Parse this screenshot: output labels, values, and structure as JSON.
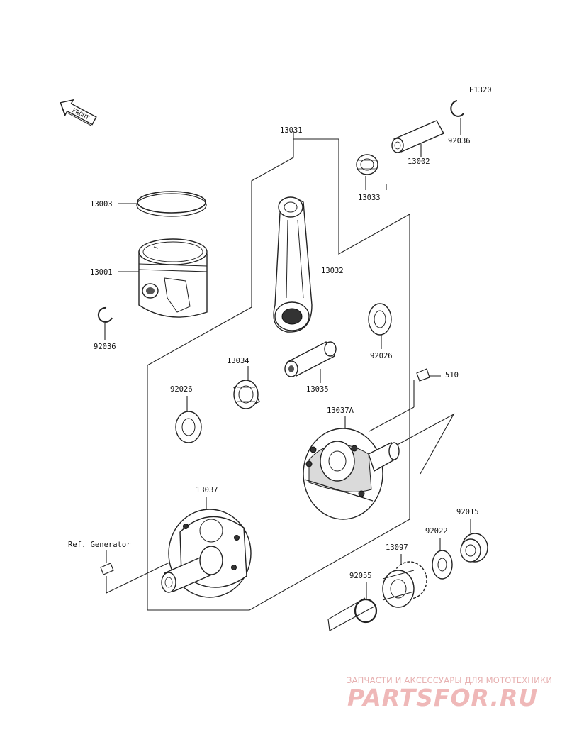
{
  "diagram": {
    "code": "E1320",
    "front_arrow_label": "FRONT",
    "ref_generator": "Ref. Generator",
    "parts": {
      "p13003": "13003",
      "p13001": "13001",
      "p92036_left": "92036",
      "p13031": "13031",
      "p13032": "13032",
      "p13033": "13033",
      "p13002": "13002",
      "p92036_right": "92036",
      "p13034": "13034",
      "p13035": "13035",
      "p92026_right": "92026",
      "p92026_left": "92026",
      "p510": "510",
      "p13037A": "13037A",
      "p13037": "13037",
      "p92015": "92015",
      "p92022": "92022",
      "p13097": "13097",
      "p92055": "92055"
    }
  },
  "watermark": {
    "tagline": "ЗАПЧАСТИ И АКСЕССУАРЫ ДЛЯ МОТОТЕХНИКИ",
    "logo": "PARTSFOR.RU"
  }
}
